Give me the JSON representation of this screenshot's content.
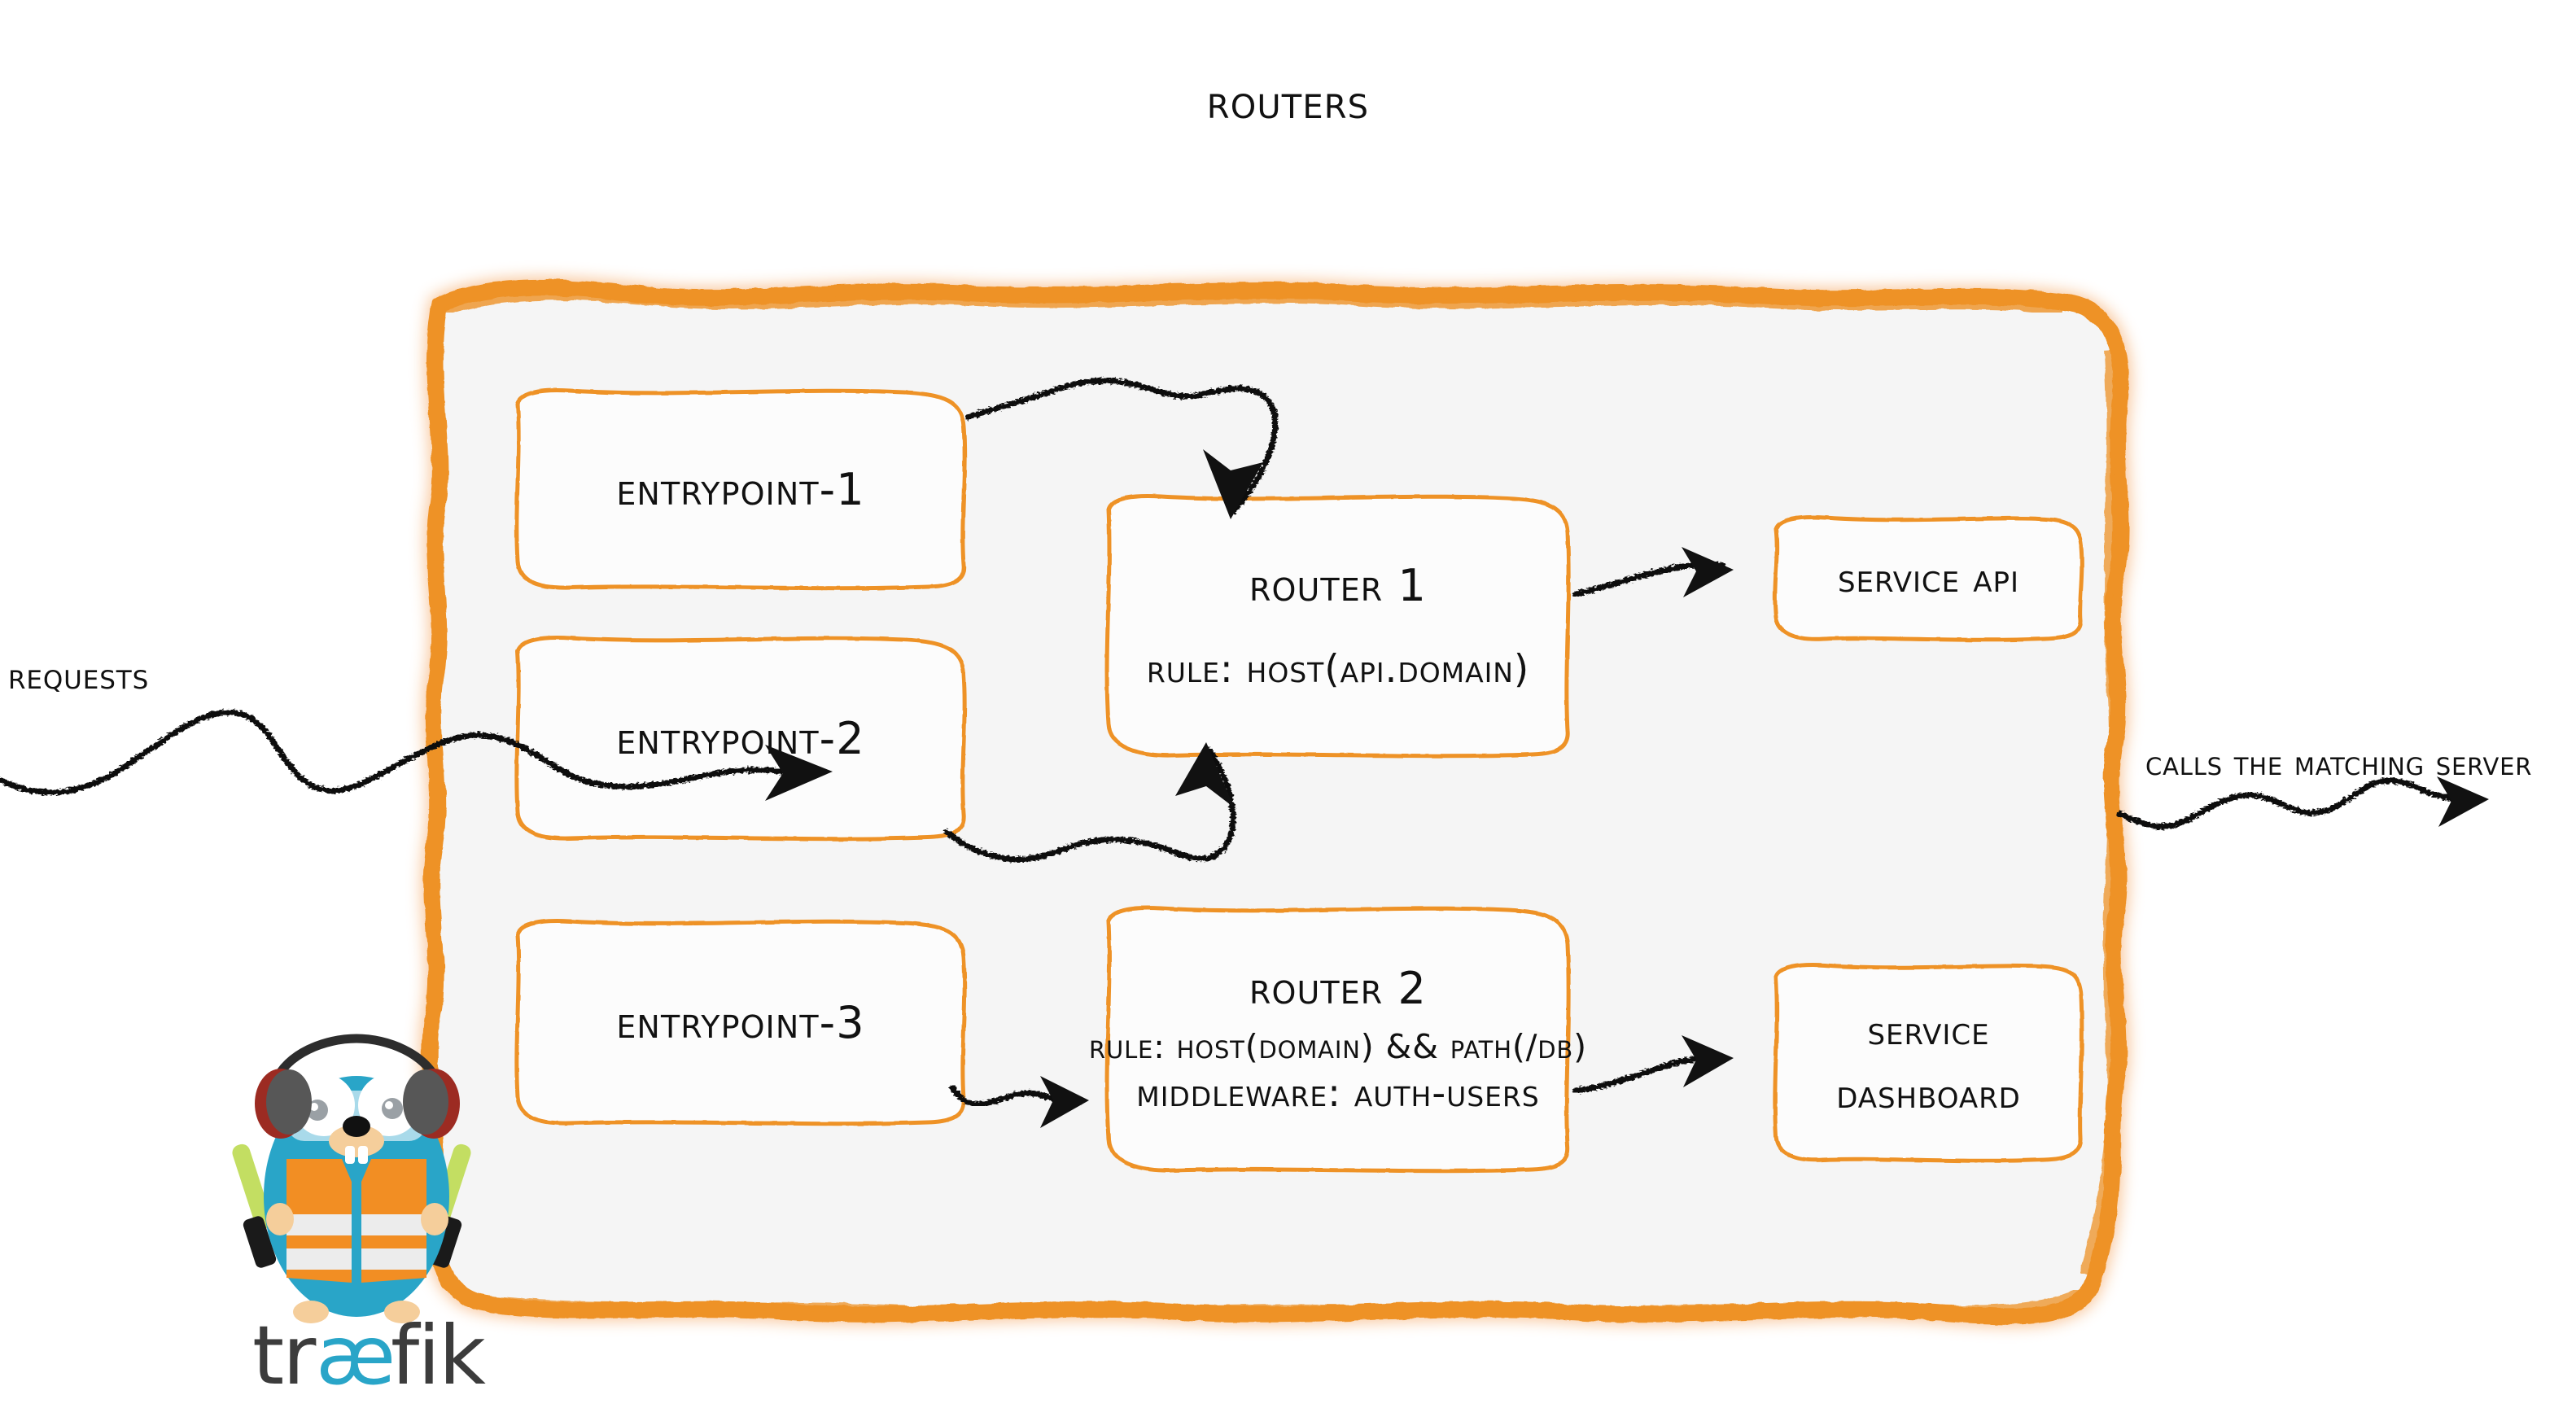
{
  "diagram": {
    "title": "Routers",
    "theme": {
      "accent_orange": "#EE9227",
      "panel_fill": "#F5F5F5",
      "ink_black": "#111111",
      "page_background": "#FFFFFF",
      "gopher_body": "#29A5C8",
      "gopher_vest": "#F28E23",
      "gopher_wand": "#C3DE62"
    }
  },
  "labels": {
    "requests": "Requests",
    "calls_matching_server": "Calls the matching server"
  },
  "entrypoints": [
    {
      "id": "entrypoint-1",
      "label": "entrypoint-1"
    },
    {
      "id": "entrypoint-2",
      "label": "entrypoint-2"
    },
    {
      "id": "entrypoint-3",
      "label": "entrypoint-3"
    }
  ],
  "routers": [
    {
      "id": "router-1",
      "title": "Router 1",
      "rule": "rule: Host(api.domain)",
      "middleware": ""
    },
    {
      "id": "router-2",
      "title": "Router 2",
      "rule": "rule: Host(domain) && Path(/db)",
      "middleware": "Middleware: auth-users"
    }
  ],
  "services": [
    {
      "id": "service-api",
      "line1": "Service API",
      "line2": ""
    },
    {
      "id": "service-dashboard",
      "line1": "Service",
      "line2": "Dashboard"
    }
  ],
  "logo": {
    "wordmark": "træfik"
  }
}
